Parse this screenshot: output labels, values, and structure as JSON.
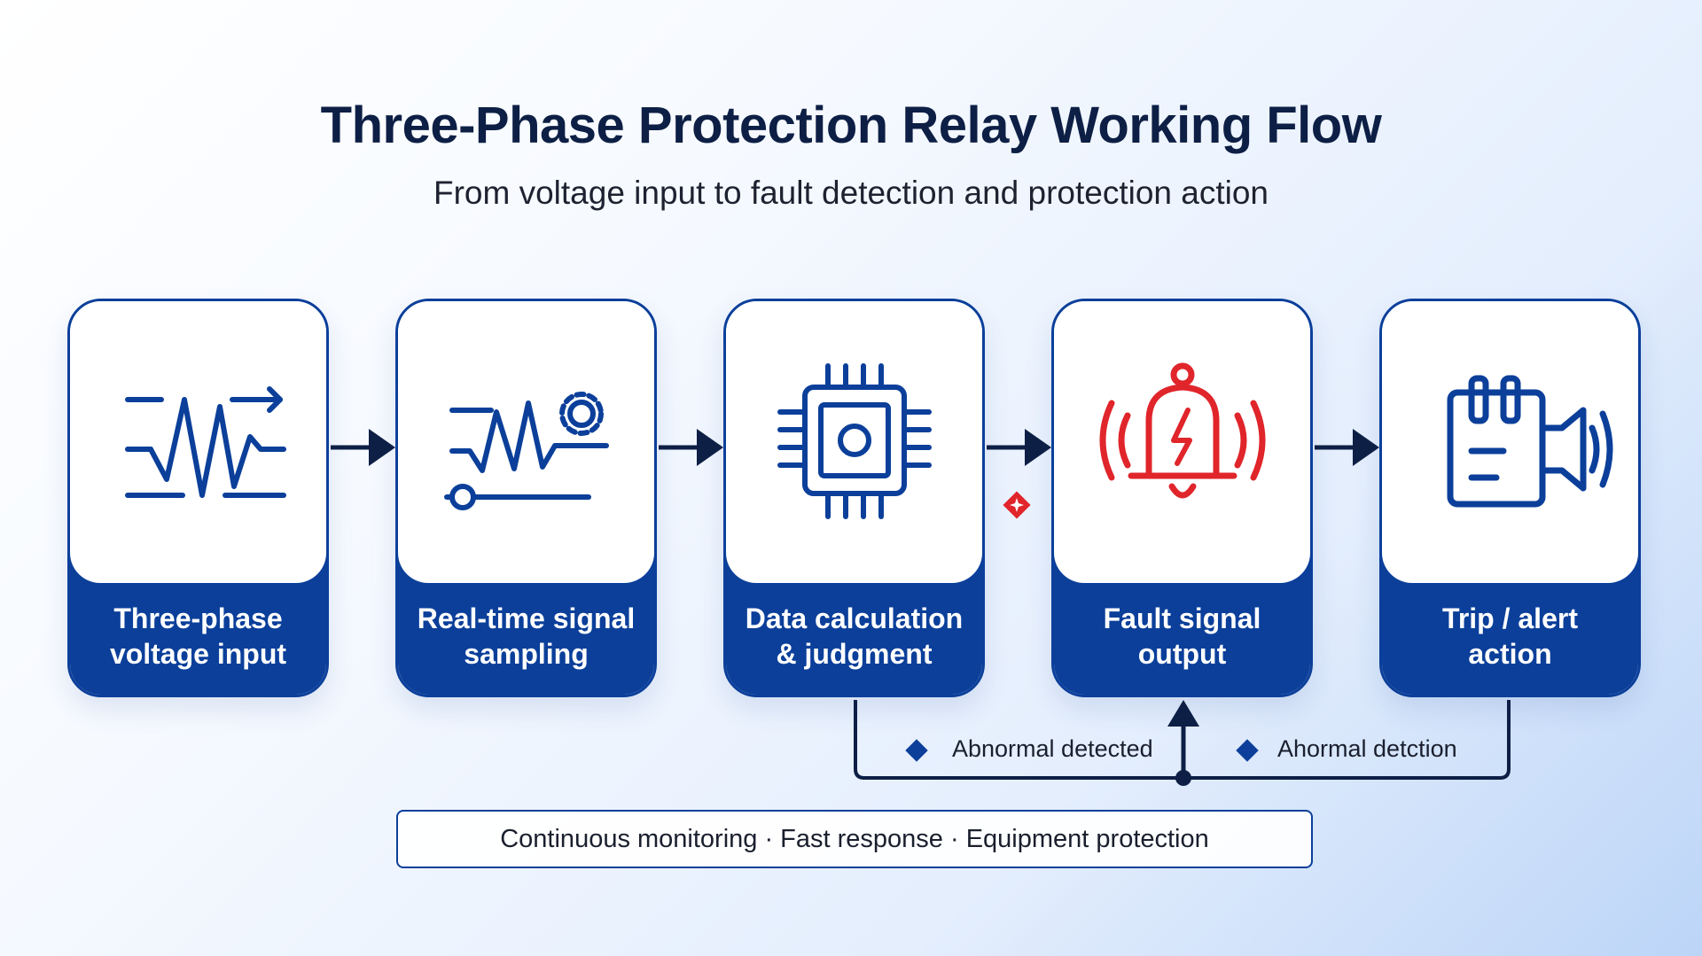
{
  "title": "Three-Phase Protection Relay Working Flow",
  "subtitle": "From voltage input to fault detection and protection action",
  "steps": [
    {
      "line1": "Three-phase",
      "line2": "voltage input",
      "icon": "waveform-arrow-icon"
    },
    {
      "line1": "Real-time signal",
      "line2": "sampling",
      "icon": "signal-gear-icon"
    },
    {
      "line1": "Data calculation",
      "line2": "& judgment",
      "icon": "processor-chip-icon"
    },
    {
      "line1": "Fault signal",
      "line2": "output",
      "icon": "alarm-bell-icon"
    },
    {
      "line1": "Trip / alert",
      "line2": "action",
      "icon": "breaker-speaker-icon"
    }
  ],
  "feedback": {
    "left_label": "Abnormal detected",
    "right_label": "Ahormal detction"
  },
  "banner": "Continuous monitoring · Fast response · Equipment protection",
  "colors": {
    "primary": "#0b3f9a",
    "dark_navy": "#0d1f45",
    "alert_red": "#e0252b"
  }
}
